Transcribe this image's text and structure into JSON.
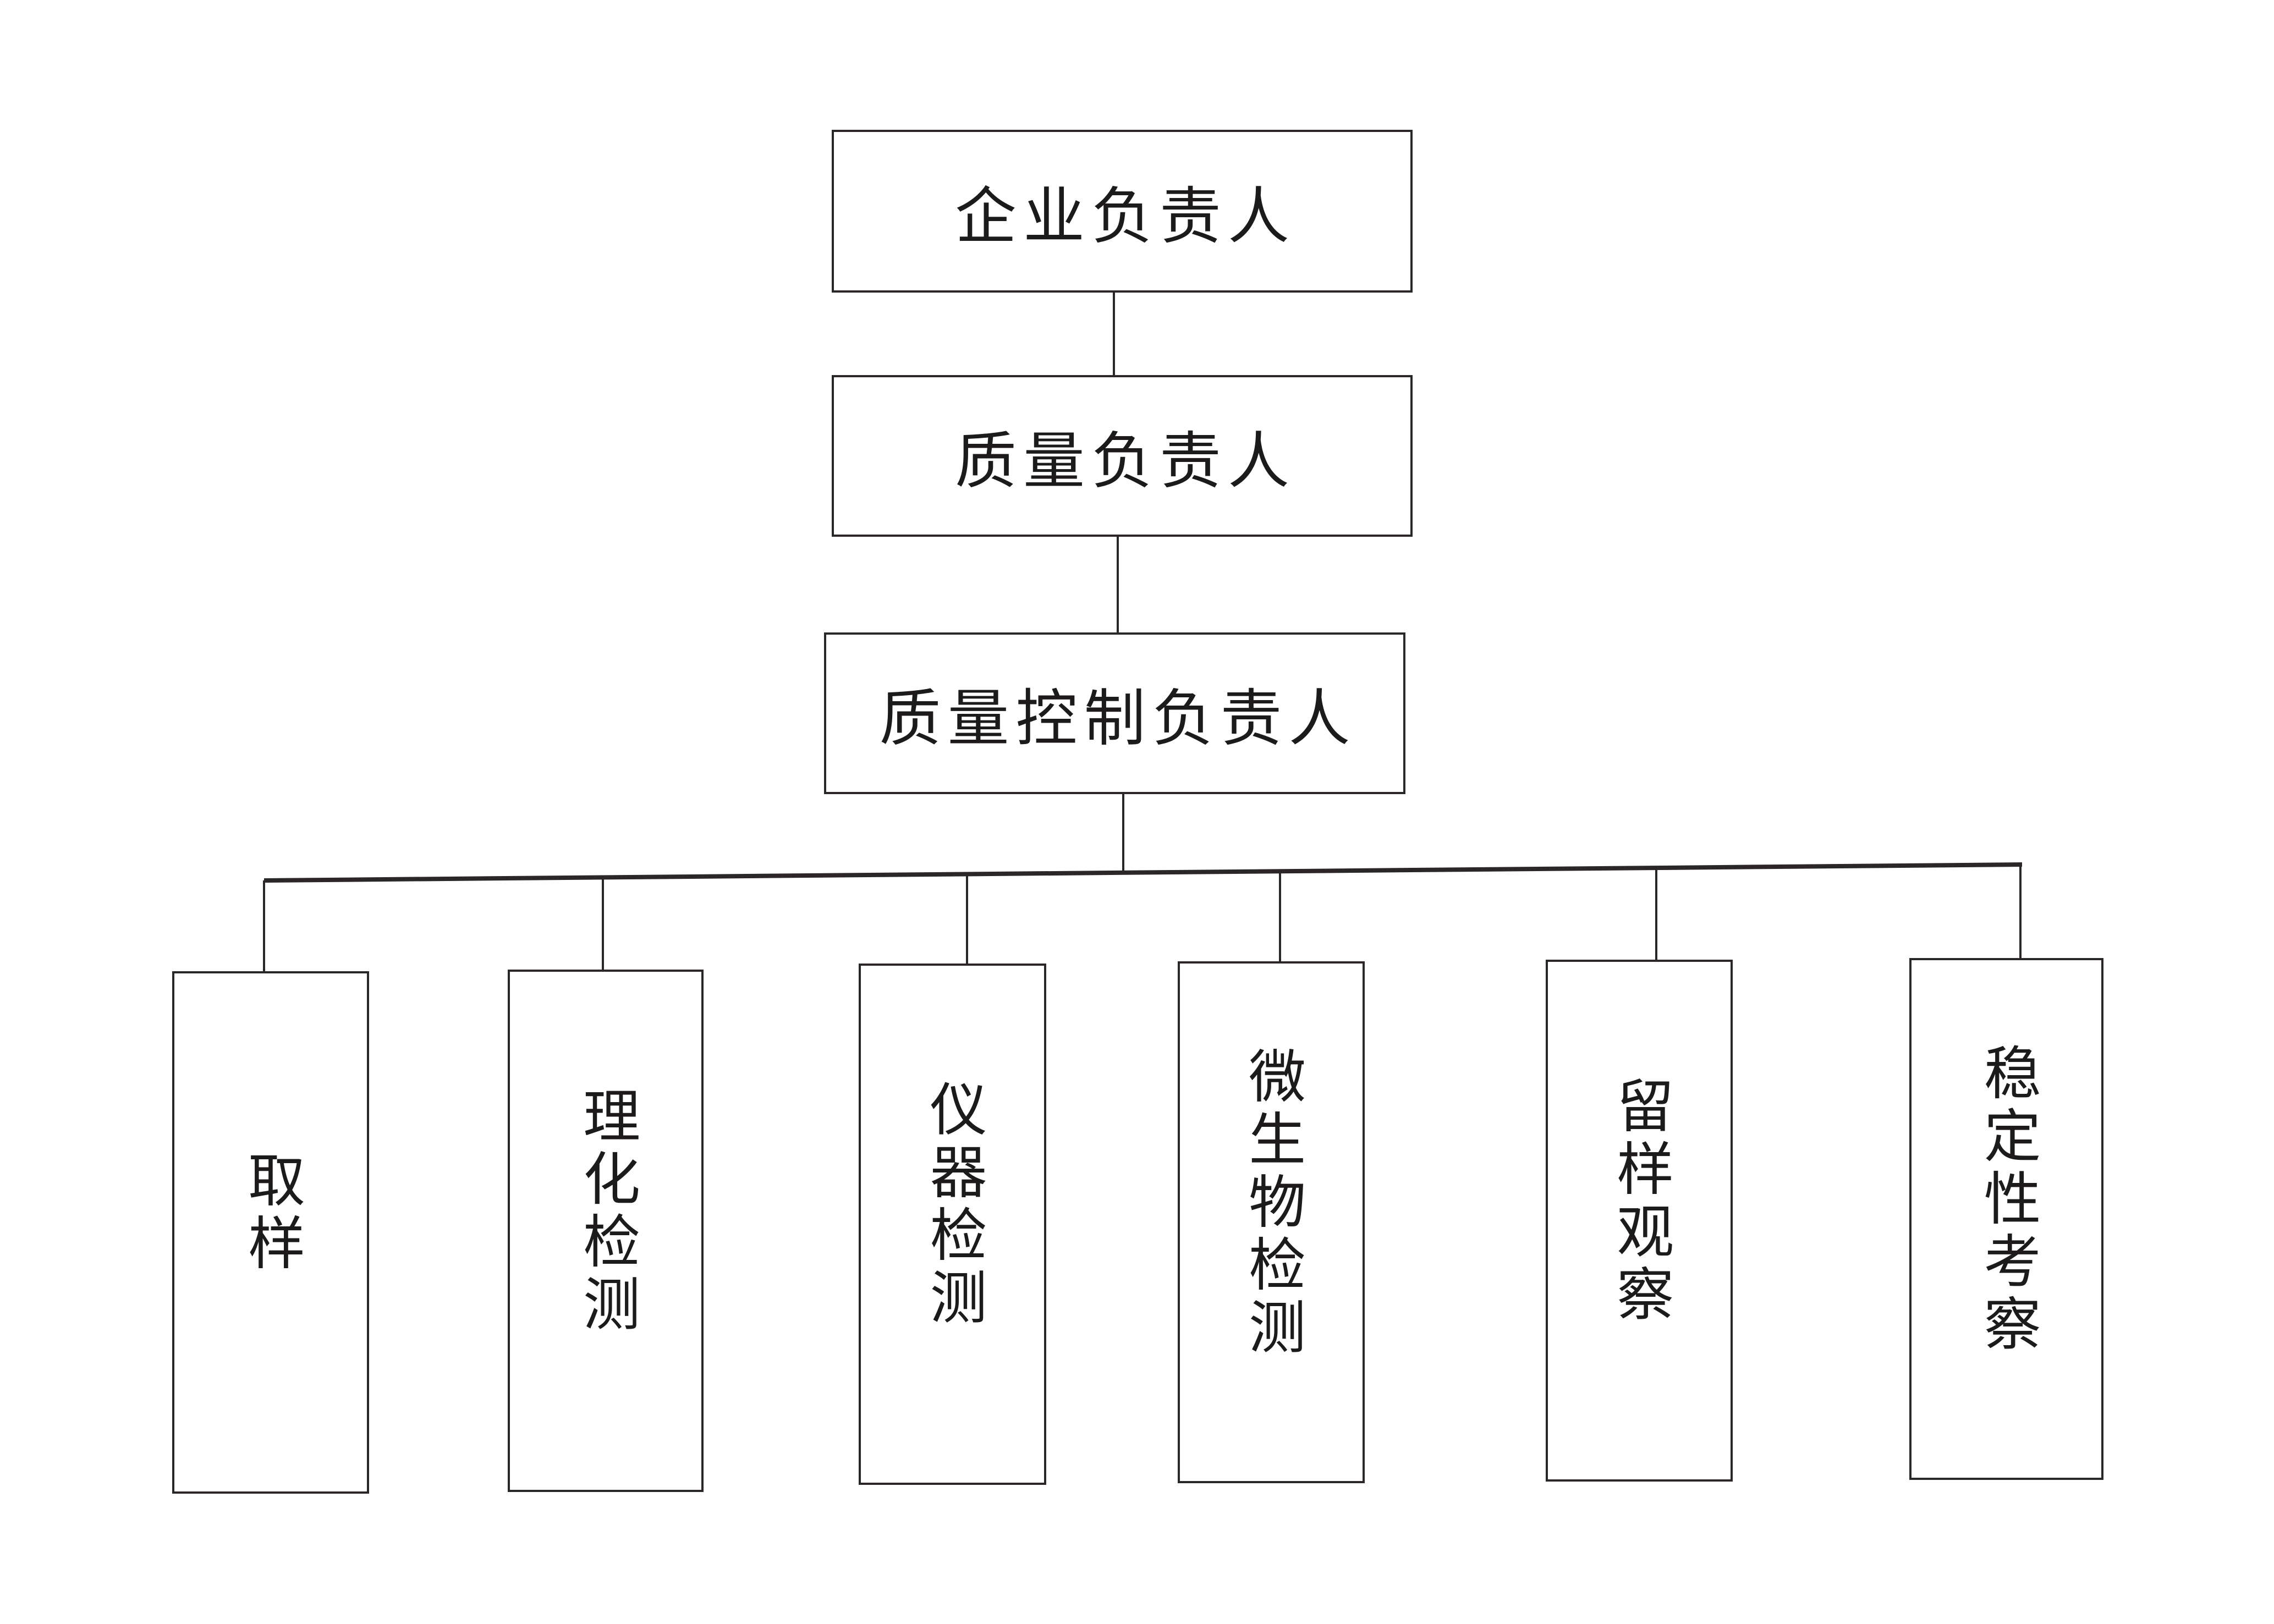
{
  "diagram": {
    "type": "org-chart",
    "direction": "top-down",
    "nodes": {
      "ceo": {
        "label": "企业负责人"
      },
      "quality": {
        "label": "质量负责人"
      },
      "qc": {
        "label": "质量控制负责人"
      },
      "sampling": {
        "label": "取样"
      },
      "physchem": {
        "label": "理化检测"
      },
      "instrument": {
        "label": "仪器检测"
      },
      "micro": {
        "label": "微生物检测"
      },
      "retained": {
        "label": "留样观察"
      },
      "stability": {
        "label": "稳定性考察"
      }
    },
    "edges": [
      {
        "from": "ceo",
        "to": "quality"
      },
      {
        "from": "quality",
        "to": "qc"
      },
      {
        "from": "qc",
        "to": "sampling"
      },
      {
        "from": "qc",
        "to": "physchem"
      },
      {
        "from": "qc",
        "to": "instrument"
      },
      {
        "from": "qc",
        "to": "micro"
      },
      {
        "from": "qc",
        "to": "retained"
      },
      {
        "from": "qc",
        "to": "stability"
      }
    ]
  },
  "colors": {
    "background": "#ffffff",
    "ink": "#2b2627",
    "text": "#1d1a1b"
  }
}
